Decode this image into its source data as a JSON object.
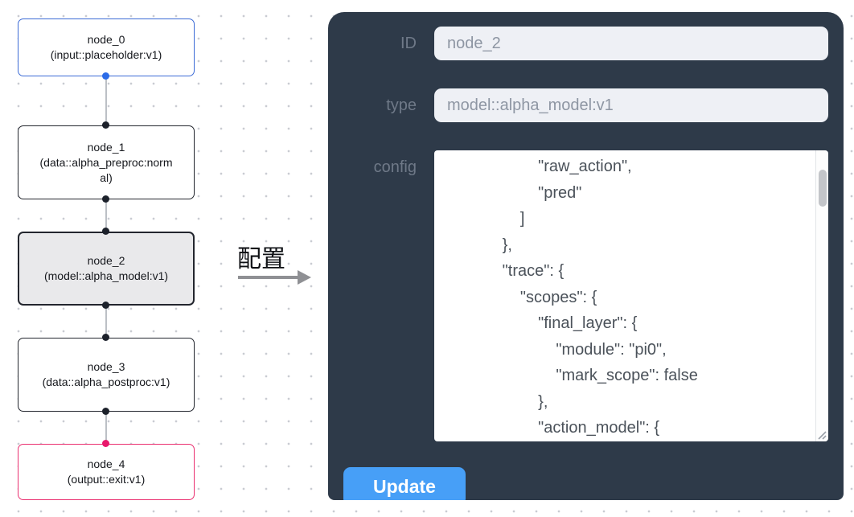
{
  "canvas": {
    "nodes": [
      {
        "id": "node_0",
        "type": "(input::placeholder:v1)"
      },
      {
        "id": "node_1",
        "type": "(data::alpha_preproc:normal)"
      },
      {
        "id": "node_2",
        "type": "(model::alpha_model:v1)"
      },
      {
        "id": "node_3",
        "type": "(data::alpha_postproc:v1)"
      },
      {
        "id": "node_4",
        "type": "(output::exit:v1)"
      }
    ]
  },
  "arrow": {
    "label": "配置"
  },
  "panel": {
    "id_field": {
      "label": "ID",
      "value": "node_2"
    },
    "type_field": {
      "label": "type",
      "value": "model::alpha_model:v1"
    },
    "config_field": {
      "label": "config",
      "value": "                    \"raw_action\",\n                    \"pred\"\n                ]\n            },\n            \"trace\": {\n                \"scopes\": {\n                    \"final_layer\": {\n                        \"module\": \"pi0\",\n                        \"mark_scope\": false\n                    },\n                    \"action_model\": {"
    },
    "update_button": "Update"
  },
  "colors": {
    "input_node_border": "#3c6bd6",
    "output_node_border": "#ea2f70",
    "default_node_border": "#23262e",
    "selected_node_bg": "#e9e9eb",
    "panel_bg": "#2e3a49",
    "field_bg": "#eef0f5",
    "update_button_bg": "#479ff7",
    "input_handle_dot": "#2b6be8",
    "output_handle_dot": "#e8186b"
  }
}
